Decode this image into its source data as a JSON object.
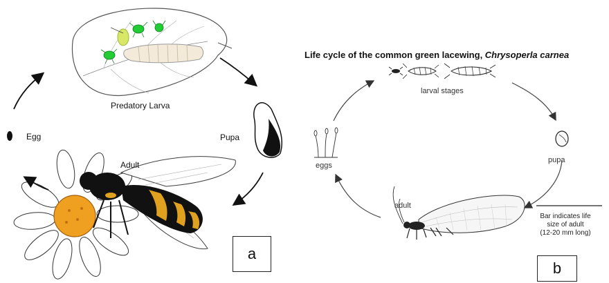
{
  "panel_a": {
    "labels": {
      "larva": "Predatory Larva",
      "pupa": "Pupa",
      "adult": "Adult",
      "egg": "Egg"
    },
    "panel_letter": "a"
  },
  "panel_b": {
    "title_plain": "Life cycle of the common green lacewing, ",
    "title_species": "Chrysoperla carnea",
    "labels": {
      "larval_stages": "larval stages",
      "pupa": "pupa",
      "adult": "adult",
      "eggs": "eggs"
    },
    "bar_note": [
      "Bar indicates life",
      "size of adult",
      "(12-20 mm long)"
    ],
    "panel_letter": "b"
  },
  "colors": {
    "leaf_outline": "#555555",
    "aphid_green": "#22cc33",
    "larva_body": "#f3ead9",
    "fly_black": "#111111",
    "fly_yellow": "#e0a020",
    "daisy_center": "#f0a020"
  }
}
